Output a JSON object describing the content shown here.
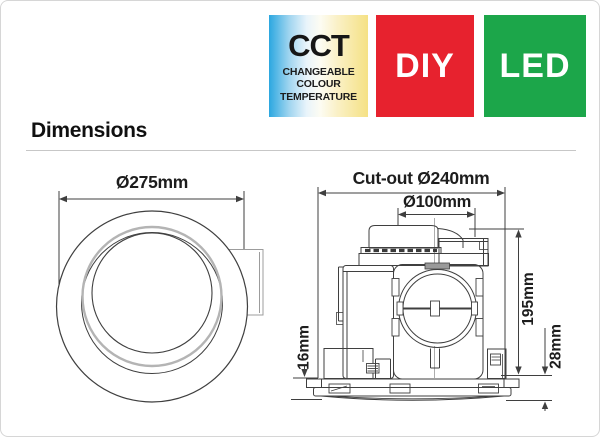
{
  "badges": {
    "cct": {
      "title": "CCT",
      "lines": [
        "CHANGEABLE",
        "COLOUR",
        "TEMPERATURE"
      ],
      "gradient_left": "#2ba7e0",
      "gradient_mid": "#fdfcf2",
      "gradient_right": "#f5e184"
    },
    "diy": {
      "label": "DIY",
      "color": "#e7222e"
    },
    "led": {
      "label": "LED",
      "color": "#1ca64a"
    }
  },
  "section": {
    "title": "Dimensions"
  },
  "front_view": {
    "diameter_label": "Ø275mm"
  },
  "side_view": {
    "cutout_label": "Cut-out Ø240mm",
    "duct_label": "Ø100mm",
    "height_label": "195mm",
    "flange_label": "28mm",
    "profile_label": "16mm"
  }
}
